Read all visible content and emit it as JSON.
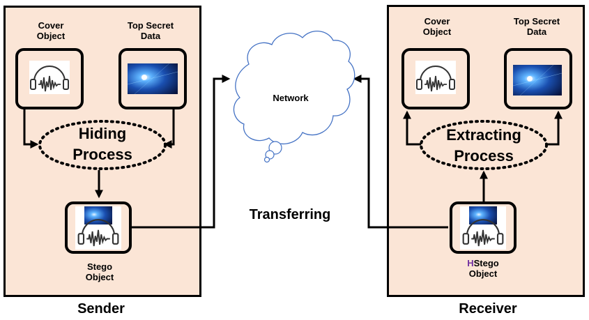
{
  "sender": {
    "title": "Sender",
    "cover": {
      "line1": "Cover",
      "line2": "Object"
    },
    "secret": {
      "line1": "Top Secret",
      "line2": "Data"
    },
    "process": {
      "line1": "Hiding",
      "line2": "Process"
    },
    "stego": {
      "line1": "Stego",
      "line2": "Object"
    }
  },
  "receiver": {
    "title": "Receiver",
    "cover": {
      "line1": "Cover",
      "line2": "Object"
    },
    "secret": {
      "line1": "Top Secret",
      "line2": "Data"
    },
    "process": {
      "line1": "Extracting",
      "line2": "Process"
    },
    "stego": {
      "prefix": "H",
      "line1": "Stego",
      "line2": "Object"
    }
  },
  "network": {
    "label": "Network"
  },
  "transfer": {
    "label": "Transferring"
  },
  "colors": {
    "panel": "#fbe5d6",
    "accent": "#7030a0",
    "cloud_stroke": "#4472c4"
  }
}
